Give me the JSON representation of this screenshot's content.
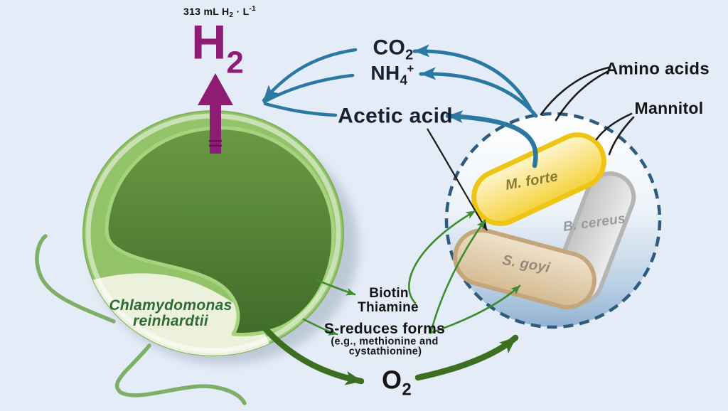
{
  "figure": {
    "yield": {
      "pre": "313 mL H",
      "sub": "2",
      "mid": " · L",
      "sup": "-1"
    },
    "h2": {
      "symbol": "H",
      "sub": "2"
    },
    "co2": {
      "symbol": "CO",
      "sub": "2"
    },
    "nh4": {
      "symbol": "NH",
      "sub": "4",
      "sup": "+"
    },
    "acetic_acid": "Acetic acid",
    "amino_acids": "Amino acids",
    "mannitol": "Mannitol",
    "biotin": "Biotin",
    "thiamine": "Thiamine",
    "s_reduced": {
      "title": "S-reduces forms",
      "detail1": "(e.g., methionine and",
      "detail2": "cystathionine)"
    },
    "o2": {
      "symbol": "O",
      "sub": "2"
    },
    "alga": {
      "genus": "Chlamydomonas",
      "species": "reinhardtii"
    },
    "bacteria": {
      "m_forte": "M. forte",
      "b_cereus": "B. cereus",
      "s_goyi": "S. goyi"
    }
  },
  "colors": {
    "background": "#e4ecf7",
    "teal": "#2b79a2",
    "purple": "#8e1c74",
    "green_thin": "#3f8b2f",
    "green_thick": "#3c7020",
    "alga_text": "#2e6b34",
    "circle_blue": "#2d5c7f",
    "label_dark": "#18222e",
    "black": "#161616",
    "m_forte_border": "#eec514",
    "m_forte_text": "#8a7a30",
    "b_cereus_border": "#b5b5b5",
    "b_cereus_text": "#9b9b9b",
    "s_goyi_border": "#c3a67c",
    "s_goyi_text": "#95897a"
  }
}
